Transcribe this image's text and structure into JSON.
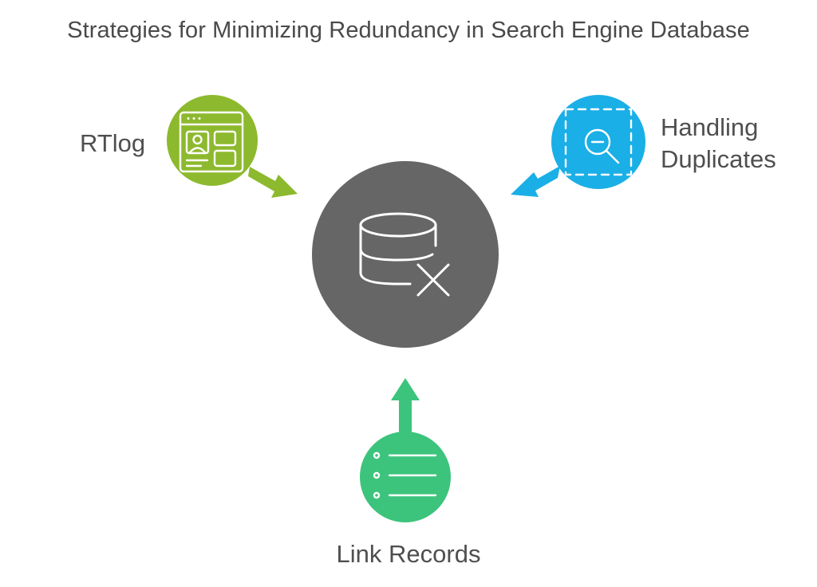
{
  "title": "Strategies for Minimizing Redundancy in Search Engine Database",
  "center": {
    "icon": "database-x-icon",
    "color": "#666666"
  },
  "nodes": [
    {
      "id": "rtlog",
      "label": "RTlog",
      "icon": "web-layout-icon",
      "color": "#8DB92E"
    },
    {
      "id": "handling-duplicates",
      "label_lines": [
        "Handling",
        "Duplicates"
      ],
      "icon": "zoom-out-icon",
      "color": "#1AAFE6"
    },
    {
      "id": "link-records",
      "label": "Link Records",
      "icon": "list-icon",
      "color": "#3CC47C"
    }
  ]
}
